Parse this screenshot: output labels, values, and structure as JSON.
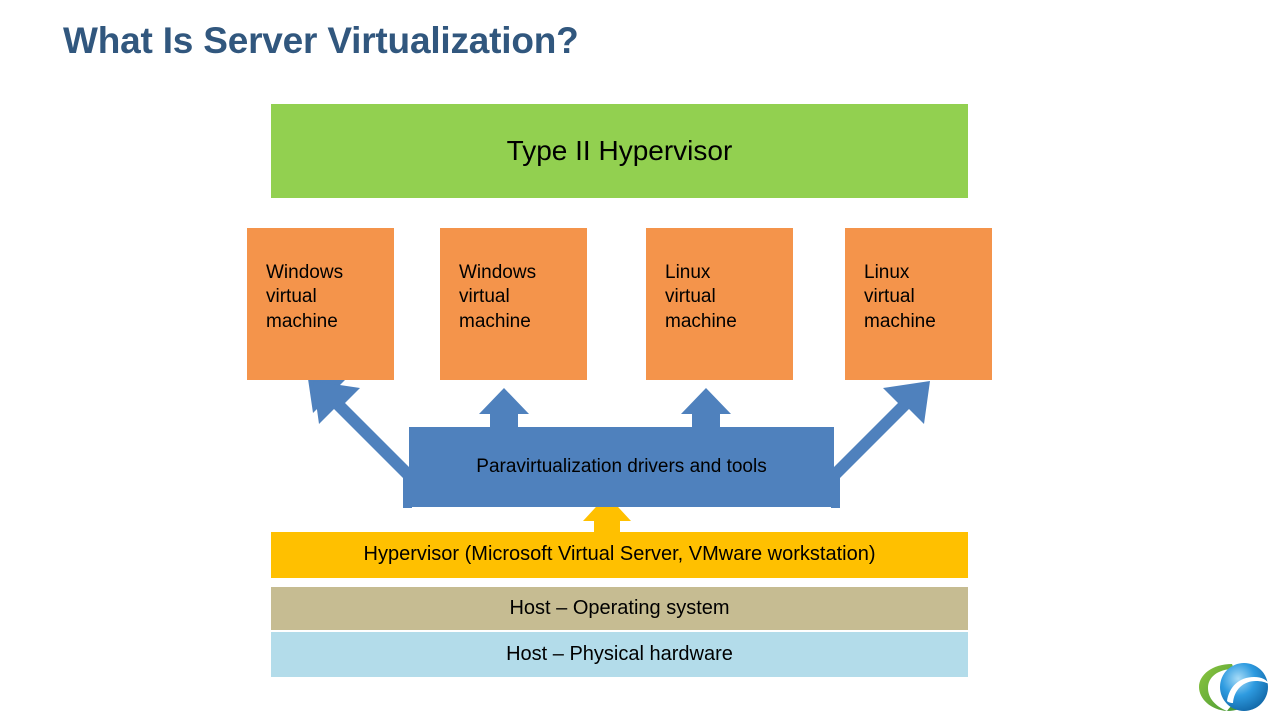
{
  "slide": {
    "title": "What Is Server Virtualization?",
    "title_color": "#31577e",
    "background": "#ffffff"
  },
  "diagram": {
    "type": "layered-architecture-diagram",
    "hypervisor_type_banner": {
      "label": "Type II Hypervisor",
      "color": "#92d050"
    },
    "virtual_machines": [
      {
        "label": "Windows\nvirtual\nmachine",
        "color": "#f4944b"
      },
      {
        "label": "Windows\nvirtual\nmachine",
        "color": "#f4944b"
      },
      {
        "label": "Linux\nvirtual\nmachine",
        "color": "#f4944b"
      },
      {
        "label": "Linux\nvirtual\nmachine",
        "color": "#f4944b"
      }
    ],
    "paravirtualization": {
      "label": "Paravirtualization drivers and tools",
      "color": "#4f81bd"
    },
    "stack": [
      {
        "label": "Hypervisor (Microsoft Virtual Server, VMware workstation)",
        "color": "#ffc000"
      },
      {
        "label": "Host – Operating system",
        "color": "#c6bc92"
      },
      {
        "label": "Host – Physical hardware",
        "color": "#b3dcea"
      }
    ],
    "connectors": {
      "vm_arrow_color": "#4f81bd",
      "hypervisor_arrow_color": "#ffc000",
      "vm_arrow_count": 4,
      "hypervisor_arrow_count": 1
    }
  },
  "logo": {
    "name": "company-logo",
    "green": "#6cb33f",
    "blue": "#1f8ad2"
  }
}
